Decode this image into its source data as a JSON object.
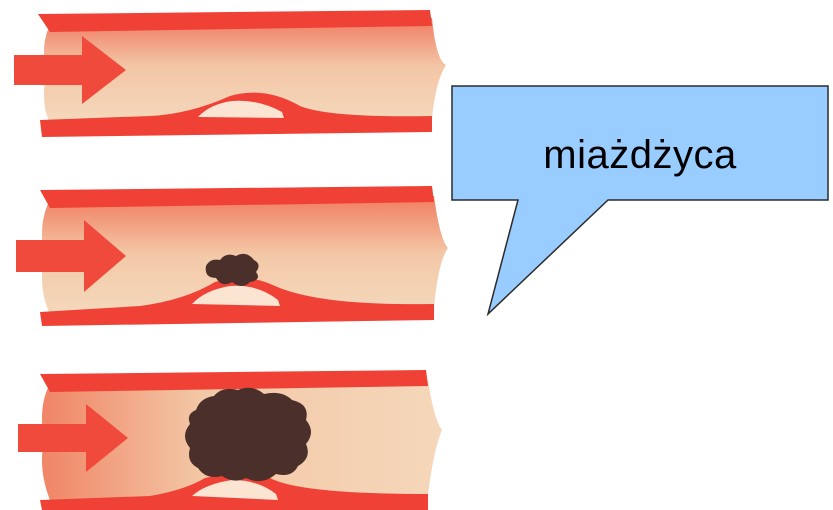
{
  "callout": {
    "label": "miażdżyca",
    "fill": "#99ccff",
    "stroke": "#2b2b2b"
  },
  "colors": {
    "vessel_wall": "#ef4136",
    "vessel_lumen": "#f3cfae",
    "lumen_shade": "#f08a6a",
    "flow_arrow": "#f04a3c",
    "plaque": "#fbe4d2",
    "clot": "#4a2f2a"
  },
  "stages": [
    {
      "name": "early-plaque",
      "clot": false
    },
    {
      "name": "plaque-with-small-clot",
      "clot": "small"
    },
    {
      "name": "plaque-with-large-clot",
      "clot": "large"
    }
  ]
}
